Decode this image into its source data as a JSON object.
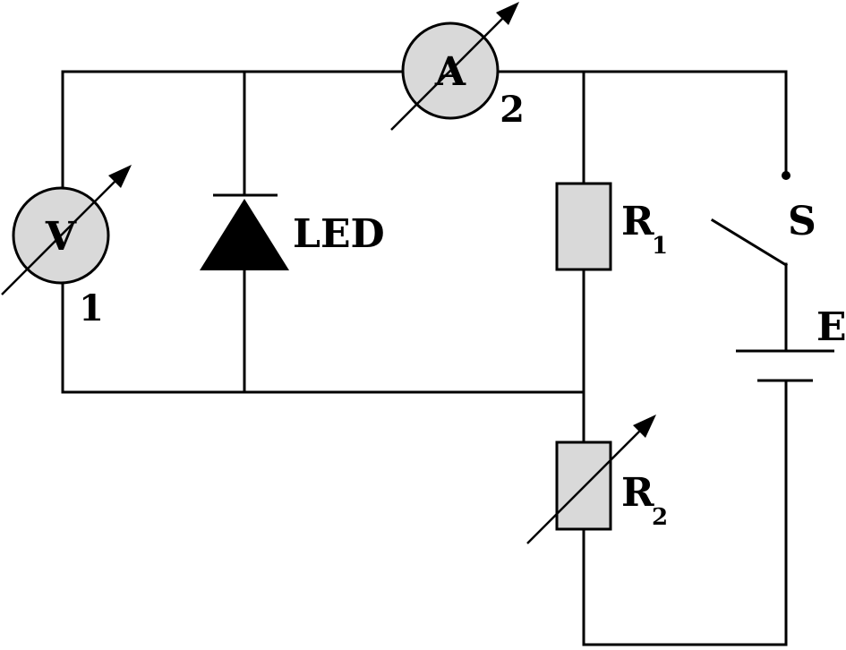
{
  "labels": {
    "voltmeter_symbol": "V",
    "voltmeter_number": "1",
    "ammeter_symbol": "A",
    "ammeter_number": "2",
    "led": "LED",
    "resistor1_letter": "R",
    "resistor1_subscript": "1",
    "resistor2_letter": "R",
    "resistor2_subscript": "2",
    "switch": "S",
    "source": "E"
  }
}
